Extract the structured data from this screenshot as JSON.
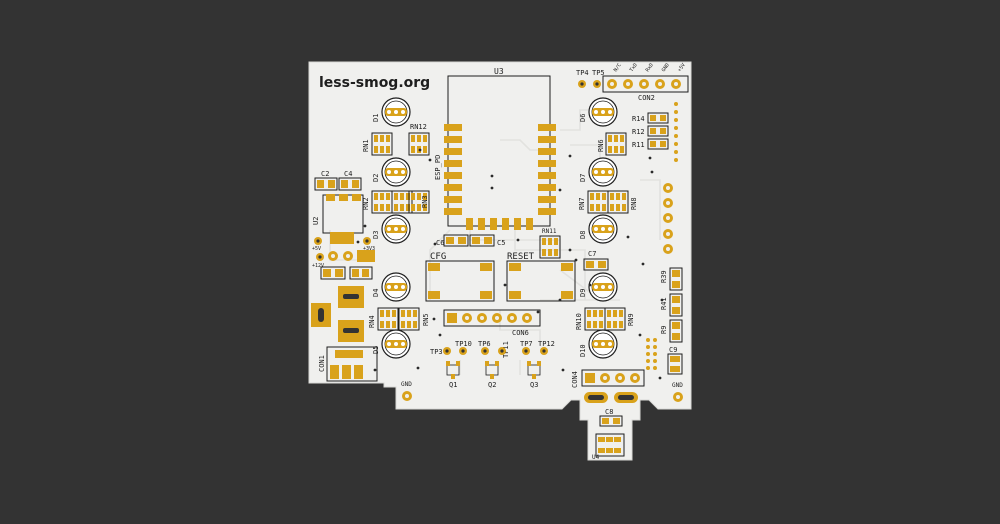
{
  "board": {
    "title": "less-smog.org",
    "colors": {
      "background": "#333333",
      "board": "#f0f0ee",
      "copper": "#d9a21b",
      "silk": "#1e1e1e",
      "trace": "#e2e2df"
    }
  },
  "labels": {
    "u3": "U3",
    "tp4": "TP4",
    "tp5": "TP5",
    "con2": "CON2",
    "con2_pins": [
      "N/C",
      "TxD",
      "RxD",
      "GND",
      "+5V"
    ],
    "d1": "D1",
    "d2": "D2",
    "d3": "D3",
    "d4": "D4",
    "d5": "D5",
    "d6": "D6",
    "d7": "D7",
    "d8": "D8",
    "d9": "D9",
    "d10": "D10",
    "rn1": "RN1",
    "rn2": "RN2",
    "rn3": "RN3",
    "rn4": "RN4",
    "rn5": "RN5",
    "rn6": "RN6",
    "rn7": "RN7",
    "rn8": "RN8",
    "rn9": "RN9",
    "rn10": "RN10",
    "rn11": "RN11",
    "rn12": "RN12",
    "esp_pd": "ESP_PD",
    "c2": "C2",
    "c4": "C4",
    "c5": "C5",
    "c6": "C6",
    "c7": "C7",
    "c8": "C8",
    "c9": "C9",
    "u2": "U2",
    "u4": "U4",
    "v5": "+5V",
    "v3": "+3V3",
    "v12": "+12V",
    "cfg": "CFG",
    "reset": "RESET",
    "con6": "CON6",
    "con1": "CON1",
    "con4": "CON4",
    "tp3": "TP3",
    "tp10": "TP10",
    "tp6": "TP6",
    "tp11": "TP11",
    "tp7": "TP7",
    "tp12": "TP12",
    "q1": "Q1",
    "q2": "Q2",
    "q3": "Q3",
    "r14": "R14",
    "r12": "R12",
    "r11": "R11",
    "r39": "R39",
    "r41": "R41",
    "r9": "R9",
    "gnd_left": "GND",
    "gnd_right": "GND"
  }
}
